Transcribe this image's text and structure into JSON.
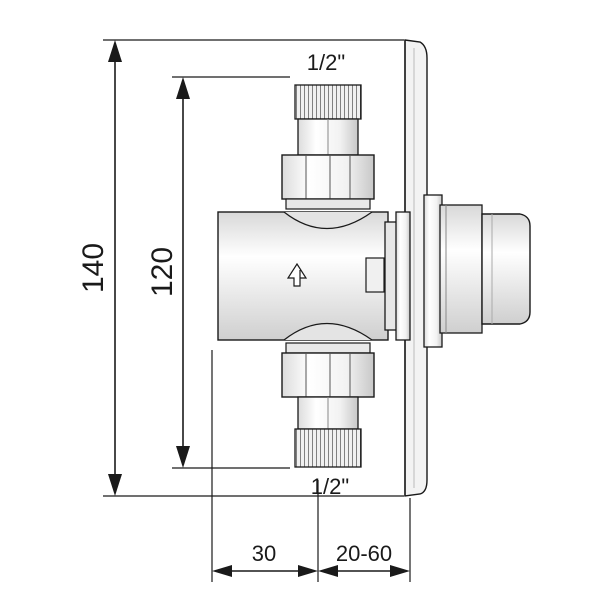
{
  "dimensions": {
    "overall_height": "140",
    "port_spacing": "120",
    "top_thread": "1/2\"",
    "bottom_thread": "1/2\"",
    "body_depth": "30",
    "wall_range": "20-60"
  },
  "colors": {
    "line": "#1a1a1a",
    "body_fill": "#f4f4f4",
    "shade": "#d2d2d2",
    "thread": "#555555"
  }
}
